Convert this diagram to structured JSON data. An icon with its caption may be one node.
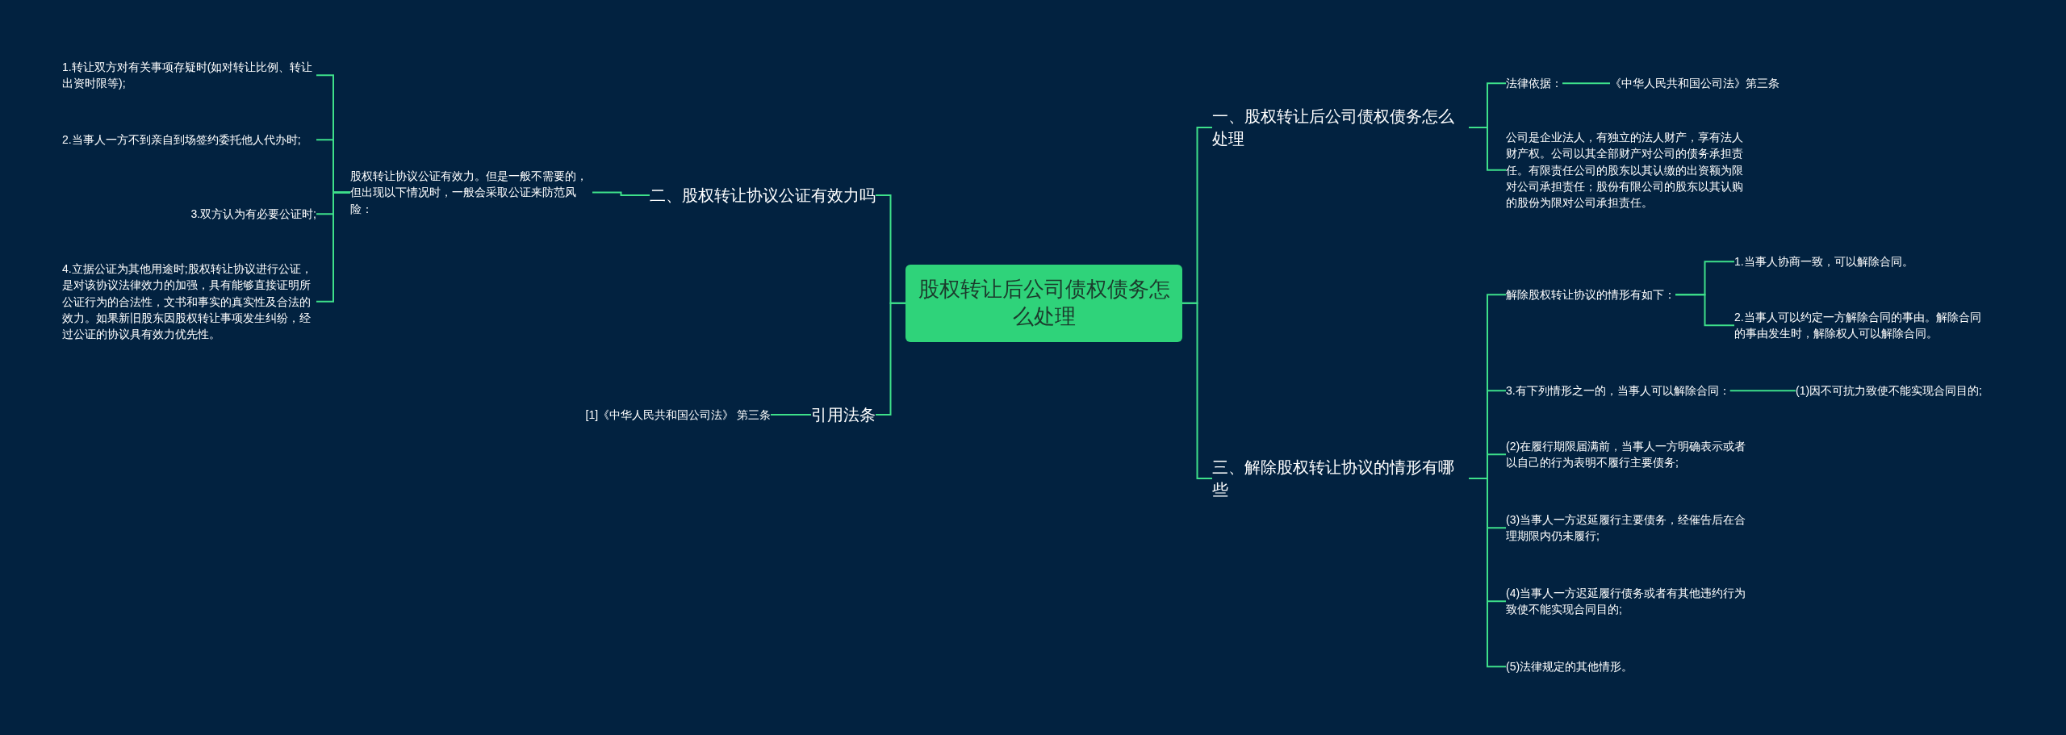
{
  "diagram": {
    "nodes": [
      {
        "text": [
          "股权转让后公司债权债务怎么处理"
        ]
      },
      {
        "text": [
          "一、股权转让后公司债权债务怎么处理"
        ]
      },
      {
        "text": [
          "法律依据："
        ]
      },
      {
        "text": [
          "《中华人民共和国公司法》第三条"
        ]
      },
      {
        "text": [
          "公司是企业法人，有独立的法人财产，享有法人财产权。公司以其全部财产对公司的债务承担责任。有限责任公司的股东以其认缴的出资额为限对公司承担责任；股份有限公司的股东以其认购的股份为限对公司承担责任。"
        ]
      },
      {
        "text": [
          "三、解除股权转让协议的情形有哪些"
        ]
      },
      {
        "text": [
          "解除股权转让协议的情形有如下："
        ]
      },
      {
        "text": [
          "1.当事人协商一致，可以解除合同。"
        ]
      },
      {
        "text": [
          "2.当事人可以约定一方解除合同的事由。解除合同的事由发生时，解除权人可以解除合同。"
        ]
      },
      {
        "text": [
          "3.有下列情形之一的，当事人可以解除合同："
        ]
      },
      {
        "text": [
          "(1)因不可抗力致使不能实现合同目的;"
        ]
      },
      {
        "text": [
          "(2)在履行期限届满前，当事人一方明确表示或者以自己的行为表明不履行主要债务;"
        ]
      },
      {
        "text": [
          "(3)当事人一方迟延履行主要债务，经催告后在合理期限内仍未履行;"
        ]
      },
      {
        "text": [
          "(4)当事人一方迟延履行债务或者有其他违约行为致使不能实现合同目的;"
        ]
      },
      {
        "text": [
          "(5)法律规定的其他情形。"
        ]
      },
      {
        "text": [
          "二、股权转让协议公证有效力吗"
        ]
      },
      {
        "text": [
          "股权转让协议公证有效力。但是一般不需要的，但出现以下情况时，一般会采取公证来防范风险："
        ]
      },
      {
        "text": [
          "1.转让双方对有关事项存疑时(如对转让比例、转让出资时限等);"
        ]
      },
      {
        "text": [
          "2.当事人一方不到亲自到场签约委托他人代办时;"
        ]
      },
      {
        "text": [
          "3.双方认为有必要公证时;"
        ]
      },
      {
        "text": [
          "4.立据公证为其他用途时;股权转让协议进行公证，是对该协议法律效力的加强，具有能够直接证明所公证行为的合法性，文书和事实的真实性及合法的效力。如果新旧股东因股权转让事项发生纠纷，经过公证的协议具有效力优先性。"
        ]
      },
      {
        "text": [
          "引用法条"
        ]
      },
      {
        "text": [
          "[1]《中华人民共和国公司法》 第三条"
        ]
      }
    ],
    "edges": [
      {
        "from": 0,
        "to": 1,
        "arrow": "none"
      },
      {
        "from": 1,
        "to": 2,
        "arrow": "none"
      },
      {
        "from": 2,
        "to": 3,
        "arrow": "none"
      },
      {
        "from": 1,
        "to": 4,
        "arrow": "none"
      },
      {
        "from": 0,
        "to": 5,
        "arrow": "none"
      },
      {
        "from": 5,
        "to": 6,
        "arrow": "none"
      },
      {
        "from": 6,
        "to": 7,
        "arrow": "none"
      },
      {
        "from": 6,
        "to": 8,
        "arrow": "none"
      },
      {
        "from": 5,
        "to": 9,
        "arrow": "none"
      },
      {
        "from": 9,
        "to": 10,
        "arrow": "none"
      },
      {
        "from": 5,
        "to": 11,
        "arrow": "none"
      },
      {
        "from": 5,
        "to": 12,
        "arrow": "none"
      },
      {
        "from": 5,
        "to": 13,
        "arrow": "none"
      },
      {
        "from": 5,
        "to": 14,
        "arrow": "none"
      },
      {
        "from": 0,
        "to": 15,
        "arrow": "none"
      },
      {
        "from": 15,
        "to": 16,
        "arrow": "none"
      },
      {
        "from": 16,
        "to": 17,
        "arrow": "none"
      },
      {
        "from": 16,
        "to": 18,
        "arrow": "none"
      },
      {
        "from": 16,
        "to": 19,
        "arrow": "none"
      },
      {
        "from": 16,
        "to": 20,
        "arrow": "none"
      },
      {
        "from": 0,
        "to": 21,
        "arrow": "none"
      },
      {
        "from": 21,
        "to": 22,
        "arrow": "none"
      }
    ]
  }
}
